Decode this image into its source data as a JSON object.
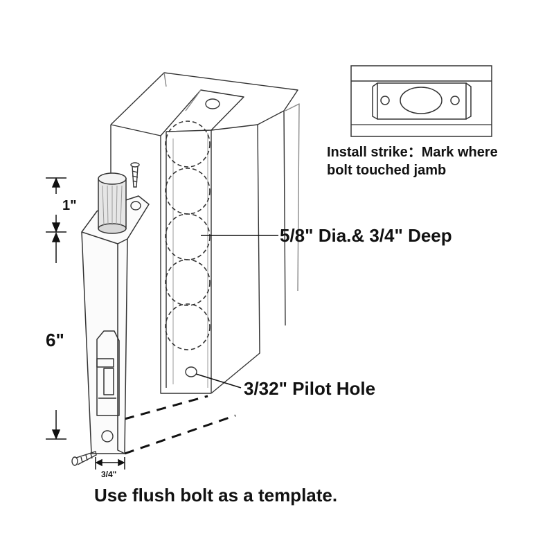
{
  "labels": {
    "strike_line1": "Install strike：Mark where",
    "strike_line2": "bolt touched jamb",
    "hole_spec": "5/8\" Dia.& 3/4\" Deep",
    "pilot_hole": "3/32\" Pilot Hole",
    "dim_top": "1\"",
    "dim_length": "6\"",
    "dim_width": "3/4\"",
    "caption": "Use flush bolt as a template."
  },
  "colors": {
    "ink": "#111111",
    "sketch": "#333333",
    "light": "#888888"
  }
}
